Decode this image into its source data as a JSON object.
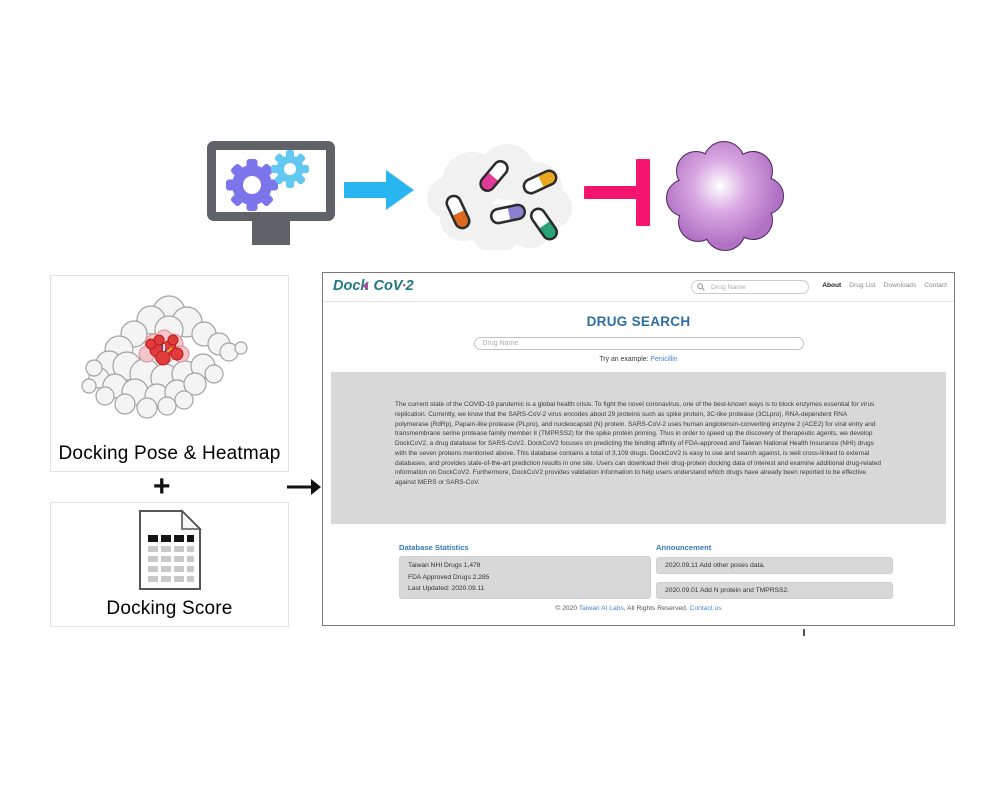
{
  "figure": {
    "flow_icons": [
      {
        "name": "computer-gears-icon"
      },
      {
        "name": "arrow-right-icon"
      },
      {
        "name": "drug-capsules-icon"
      },
      {
        "name": "inhibition-icon"
      },
      {
        "name": "virus-cloud-icon"
      }
    ],
    "pose_label": "Docking Pose & Heatmap",
    "plus": "+",
    "score_label": "Docking Score"
  },
  "website": {
    "header": {
      "logo": {
        "doc": "Doc",
        "k": "k",
        "cov": "CoV",
        "sep": "•",
        "two": "2"
      },
      "search_placeholder": "Drug Name",
      "nav": [
        "About",
        "Drug List",
        "Downloads",
        "Contact"
      ]
    },
    "hero": {
      "title": "DRUG SEARCH",
      "input_placeholder": "Drug Name",
      "example_prefix": "Try an example: ",
      "example_link": "Penicillin"
    },
    "about_text": "The current state of the COVID-19 pandemic is a global health crisis. To fight the novel coronavirus, one of the best-known ways is to block enzymes essential for virus replication. Currently, we know that the SARS-CoV-2 virus encodes about 29 proteins such as spike protein, 3C-like protease (3CLpro), RNA-dependent RNA polymerase (RdRp), Papain-like protease (PLpro), and nucleocapsid (N) protein. SARS-CoV-2 uses human angiotensin-converting enzyme 2 (ACE2) for viral entry and transmembrane serine protease family member II (TMPRSS2) for the spike protein priming. Thus in order to speed up the discovery of therapeutic agents, we develop DockCoV2, a drug database for SARS-CoV2. DockCoV2 focuses on predicting the binding affinity of FDA-approved and Taiwan National Health Insurance (NHI) drugs with the seven proteins mentioned above. This database contains a total of 3,109 drugs. DockCoV2 is easy to use and search against, is well cross-linked to external databases, and provides state-of-the-art prediction results in one site. Users can download their drug-protein docking data of interest and examine additional drug-related information on DockCoV2. Furthermore, DockCoV2 provides validation information to help users understand which drugs have already been reported to be effective against MERS or SARS-CoV.",
    "stats": {
      "title": "Database Statistics",
      "lines": [
        "Taiwan NHI Drugs 1,478",
        "FDA Approved Drugs 2,285",
        "Last Updated: 2020.09.11"
      ]
    },
    "announcements": {
      "title": "Announcement",
      "items": [
        "2020.09.11 Add other poses data.",
        "2020.09.01 Add N protein and TMPRSS2."
      ]
    },
    "footer": {
      "prefix": "© 2020 ",
      "link1": "Taiwan AI Labs",
      "middle": ", All Rights Reserved. ",
      "link2": "Contact us"
    }
  },
  "colors": {
    "logo_teal": "#1e7888",
    "logo_purple": "#a4539c",
    "title_blue": "#2e6da4",
    "section_blue": "#337ab7",
    "link_blue": "#3e86d6",
    "inhibitor_pink": "#f5156e",
    "flow_arrow_cyan": "#29b5ef",
    "gear_purple": "#7b74ea",
    "gear_blue": "#62c8f2",
    "virus_purple": "#b272c4"
  }
}
